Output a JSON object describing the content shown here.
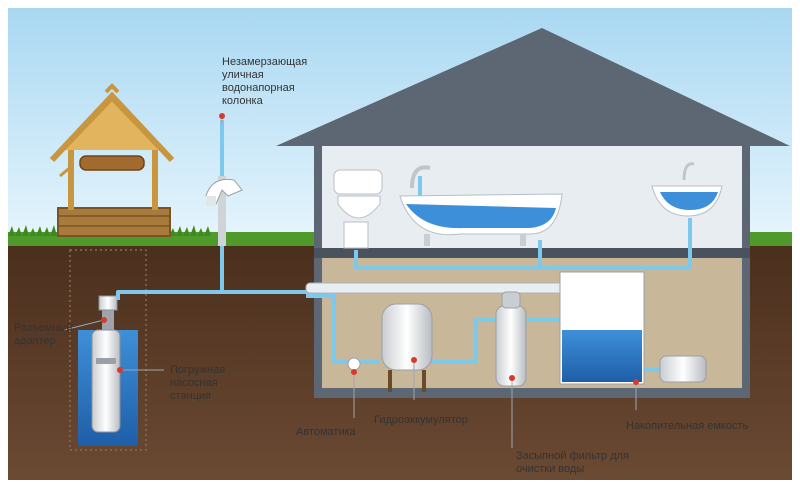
{
  "labels": {
    "hydrant": [
      "Незамерзающая",
      "уличная",
      "водонапорная",
      "колонка"
    ],
    "adapter": [
      "Разъемный",
      "адаптер"
    ],
    "pump": [
      "Погружная",
      "насосная",
      "станция"
    ],
    "automation": "Автоматика",
    "accumulator": "Гидроаккумулятор",
    "filter": [
      "Засыпной фильтр для",
      "очистки воды"
    ],
    "tank": "Накопительная емкость"
  },
  "colors": {
    "sky": "#bfe3f6",
    "soil": "#5a3a26",
    "basement": "#c9b79a",
    "house": "#5d6673",
    "pipe": "#7ec8ec",
    "water": "#2f76c2",
    "marker": "#d63a2a",
    "grass": "#4f9a2a"
  }
}
